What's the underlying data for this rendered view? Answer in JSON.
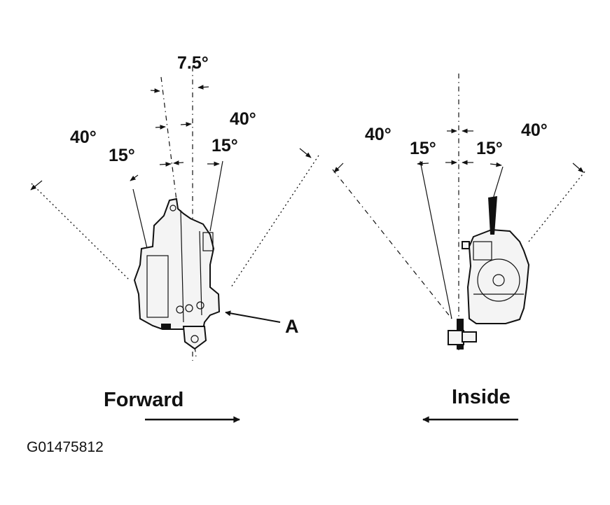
{
  "left_view": {
    "angles": {
      "offset": "7.5°",
      "inner_left": "15°",
      "inner_right": "15°",
      "outer_left": "40°",
      "outer_right": "40°"
    },
    "callout": "A",
    "direction_label": "Forward"
  },
  "right_view": {
    "angles": {
      "inner_left": "15°",
      "inner_right": "15°",
      "outer_left": "40°",
      "outer_right": "40°"
    },
    "direction_label": "Inside"
  },
  "figure_code": "G01475812",
  "colors": {
    "ink": "#111111",
    "background": "#ffffff"
  }
}
